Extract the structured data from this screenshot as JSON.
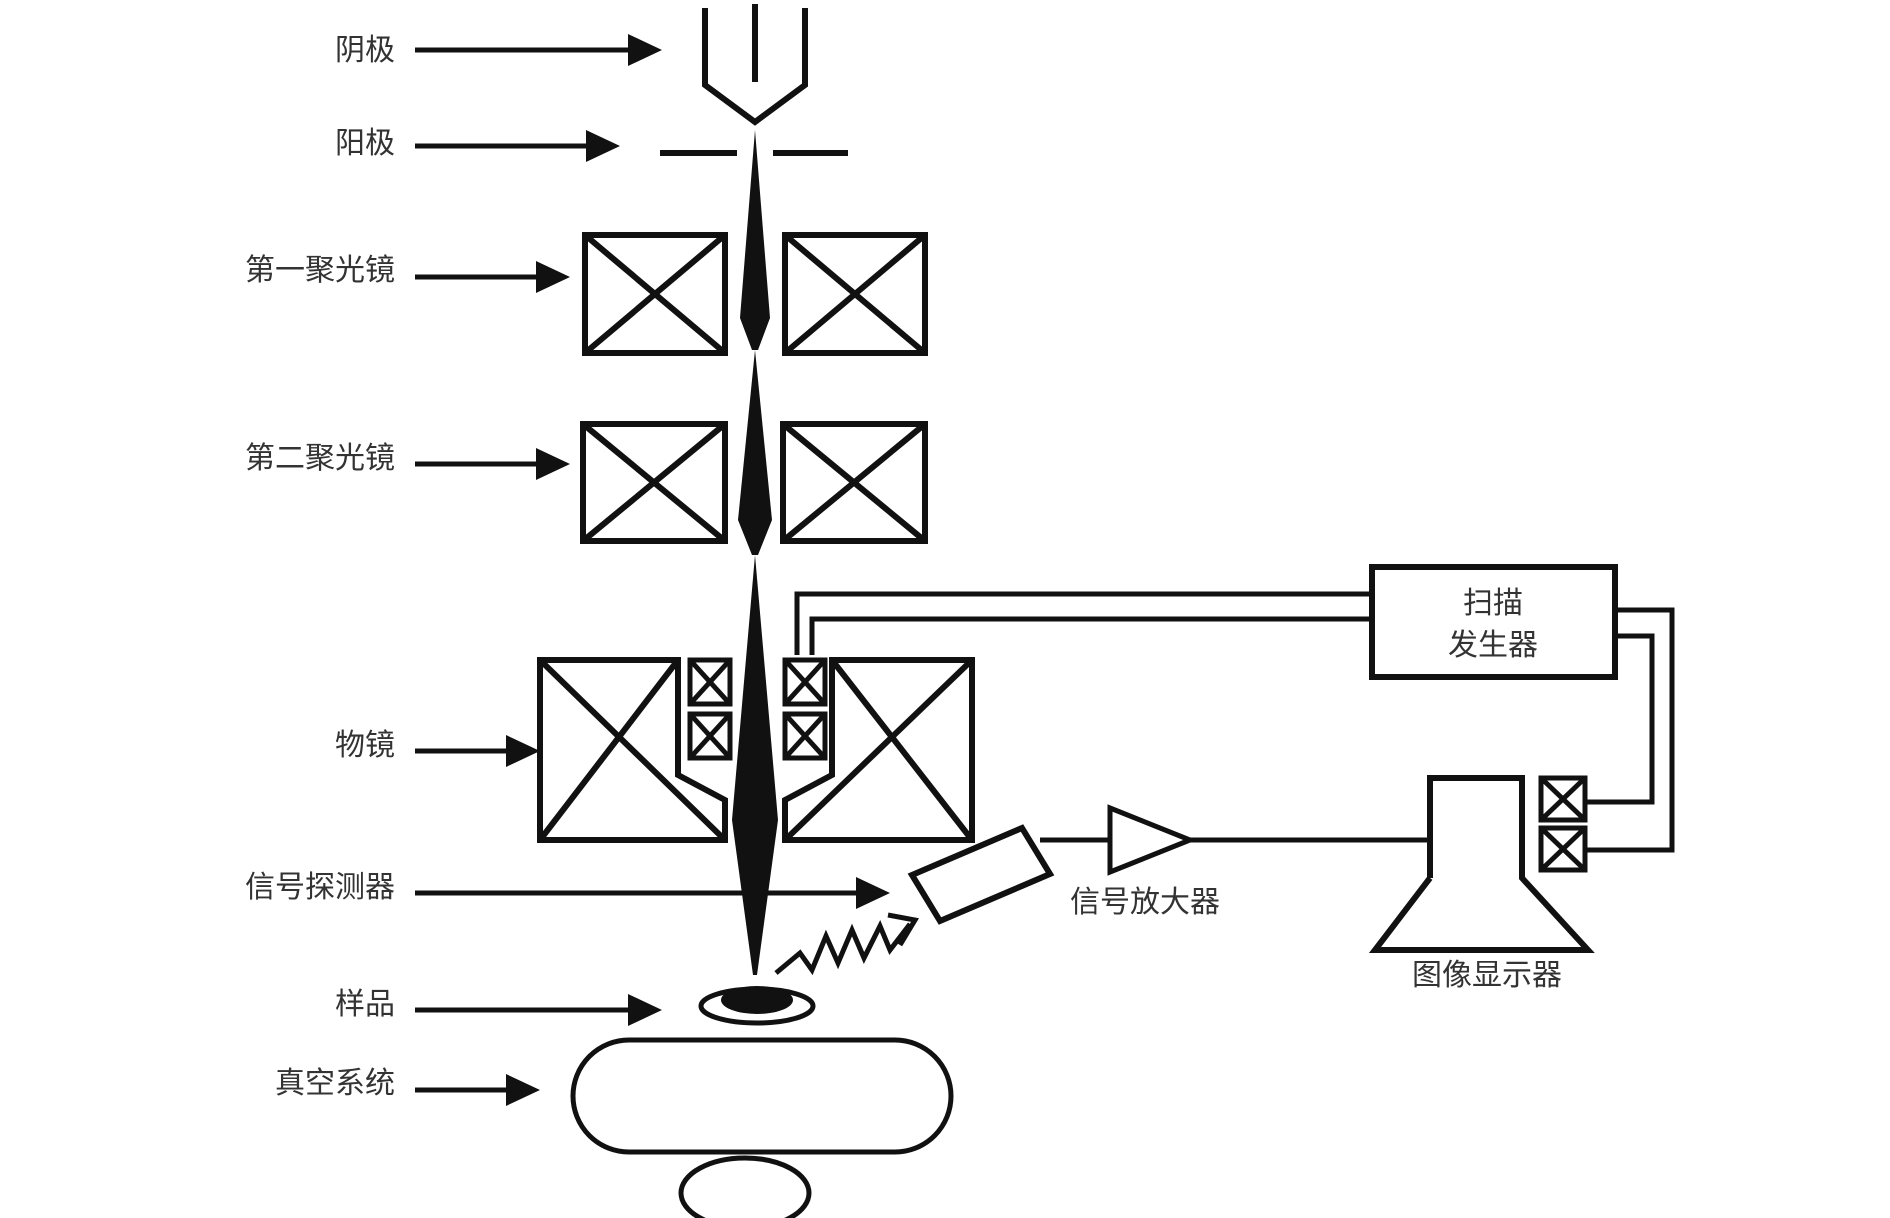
{
  "labels": {
    "cathode": "阴极",
    "anode": "阳极",
    "first_condenser": "第一聚光镜",
    "second_condenser": "第二聚光镜",
    "objective": "物镜",
    "signal_detector": "信号探测器",
    "sample": "样品",
    "vacuum_system": "真空系统",
    "scan_generator_line1": "扫描",
    "scan_generator_line2": "发生器",
    "signal_amplifier": "信号放大器",
    "image_display": "图像显示器"
  },
  "colors": {
    "line": "#111111",
    "text": "#333333",
    "background": "#ffffff"
  }
}
